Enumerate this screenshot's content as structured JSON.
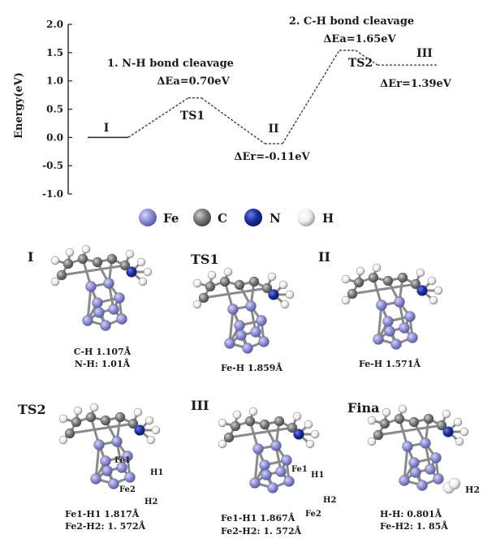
{
  "chart_data": {
    "type": "line",
    "ylabel": "Energy(eV)",
    "ylim": [
      -1.0,
      2.0
    ],
    "yticks": [
      "2.0",
      "1.5",
      "1.0",
      "0.5",
      "0.0",
      "-0.5",
      "-1.0"
    ],
    "series": [
      {
        "states": [
          "I",
          "TS1",
          "II",
          "TS2",
          "III"
        ],
        "values": [
          0.0,
          0.7,
          -0.11,
          1.54,
          1.28
        ]
      }
    ],
    "annotations": {
      "step1_title": "1. N-H  bond cleavage",
      "step1_ea": "ΔEa=0.70eV",
      "step1_er": "ΔEr=-0.11eV",
      "step2_title": "2. C-H bond cleavage",
      "step2_ea": "ΔEa=1.65eV",
      "step2_er": "ΔEr=1.39eV"
    },
    "colors": {
      "line": "#333333"
    }
  },
  "legend": [
    {
      "symbol": "Fe",
      "color": "#8e8fd6"
    },
    {
      "symbol": "C",
      "color": "#7a7a7a"
    },
    {
      "symbol": "N",
      "color": "#1c2fa8"
    },
    {
      "symbol": "H",
      "color": "#f2f2f2"
    }
  ],
  "structures": [
    {
      "label": "I",
      "notes": [
        "C-H 1.107Å",
        "N-H: 1.01Å"
      ]
    },
    {
      "label": "TS1",
      "notes": [
        "Fe-H 1.859Å"
      ]
    },
    {
      "label": "II",
      "notes": [
        "Fe-H 1.571Å"
      ]
    },
    {
      "label": "TS2",
      "atoms": [
        "Fe1",
        "H1",
        "Fe2",
        "H2"
      ],
      "notes": [
        "Fe1-H1 1.817Å",
        "Fe2-H2: 1. 572Å"
      ]
    },
    {
      "label": "III",
      "atoms": [
        "Fe1",
        "H1",
        "H2",
        "Fe2"
      ],
      "notes": [
        "Fe1-H1 1.867Å",
        "Fe2-H2: 1. 572Å"
      ]
    },
    {
      "label": "Fina",
      "atoms": [
        "H2"
      ],
      "notes": [
        "H-H: 0.801Å",
        "Fe-H2: 1. 85Å"
      ]
    }
  ]
}
